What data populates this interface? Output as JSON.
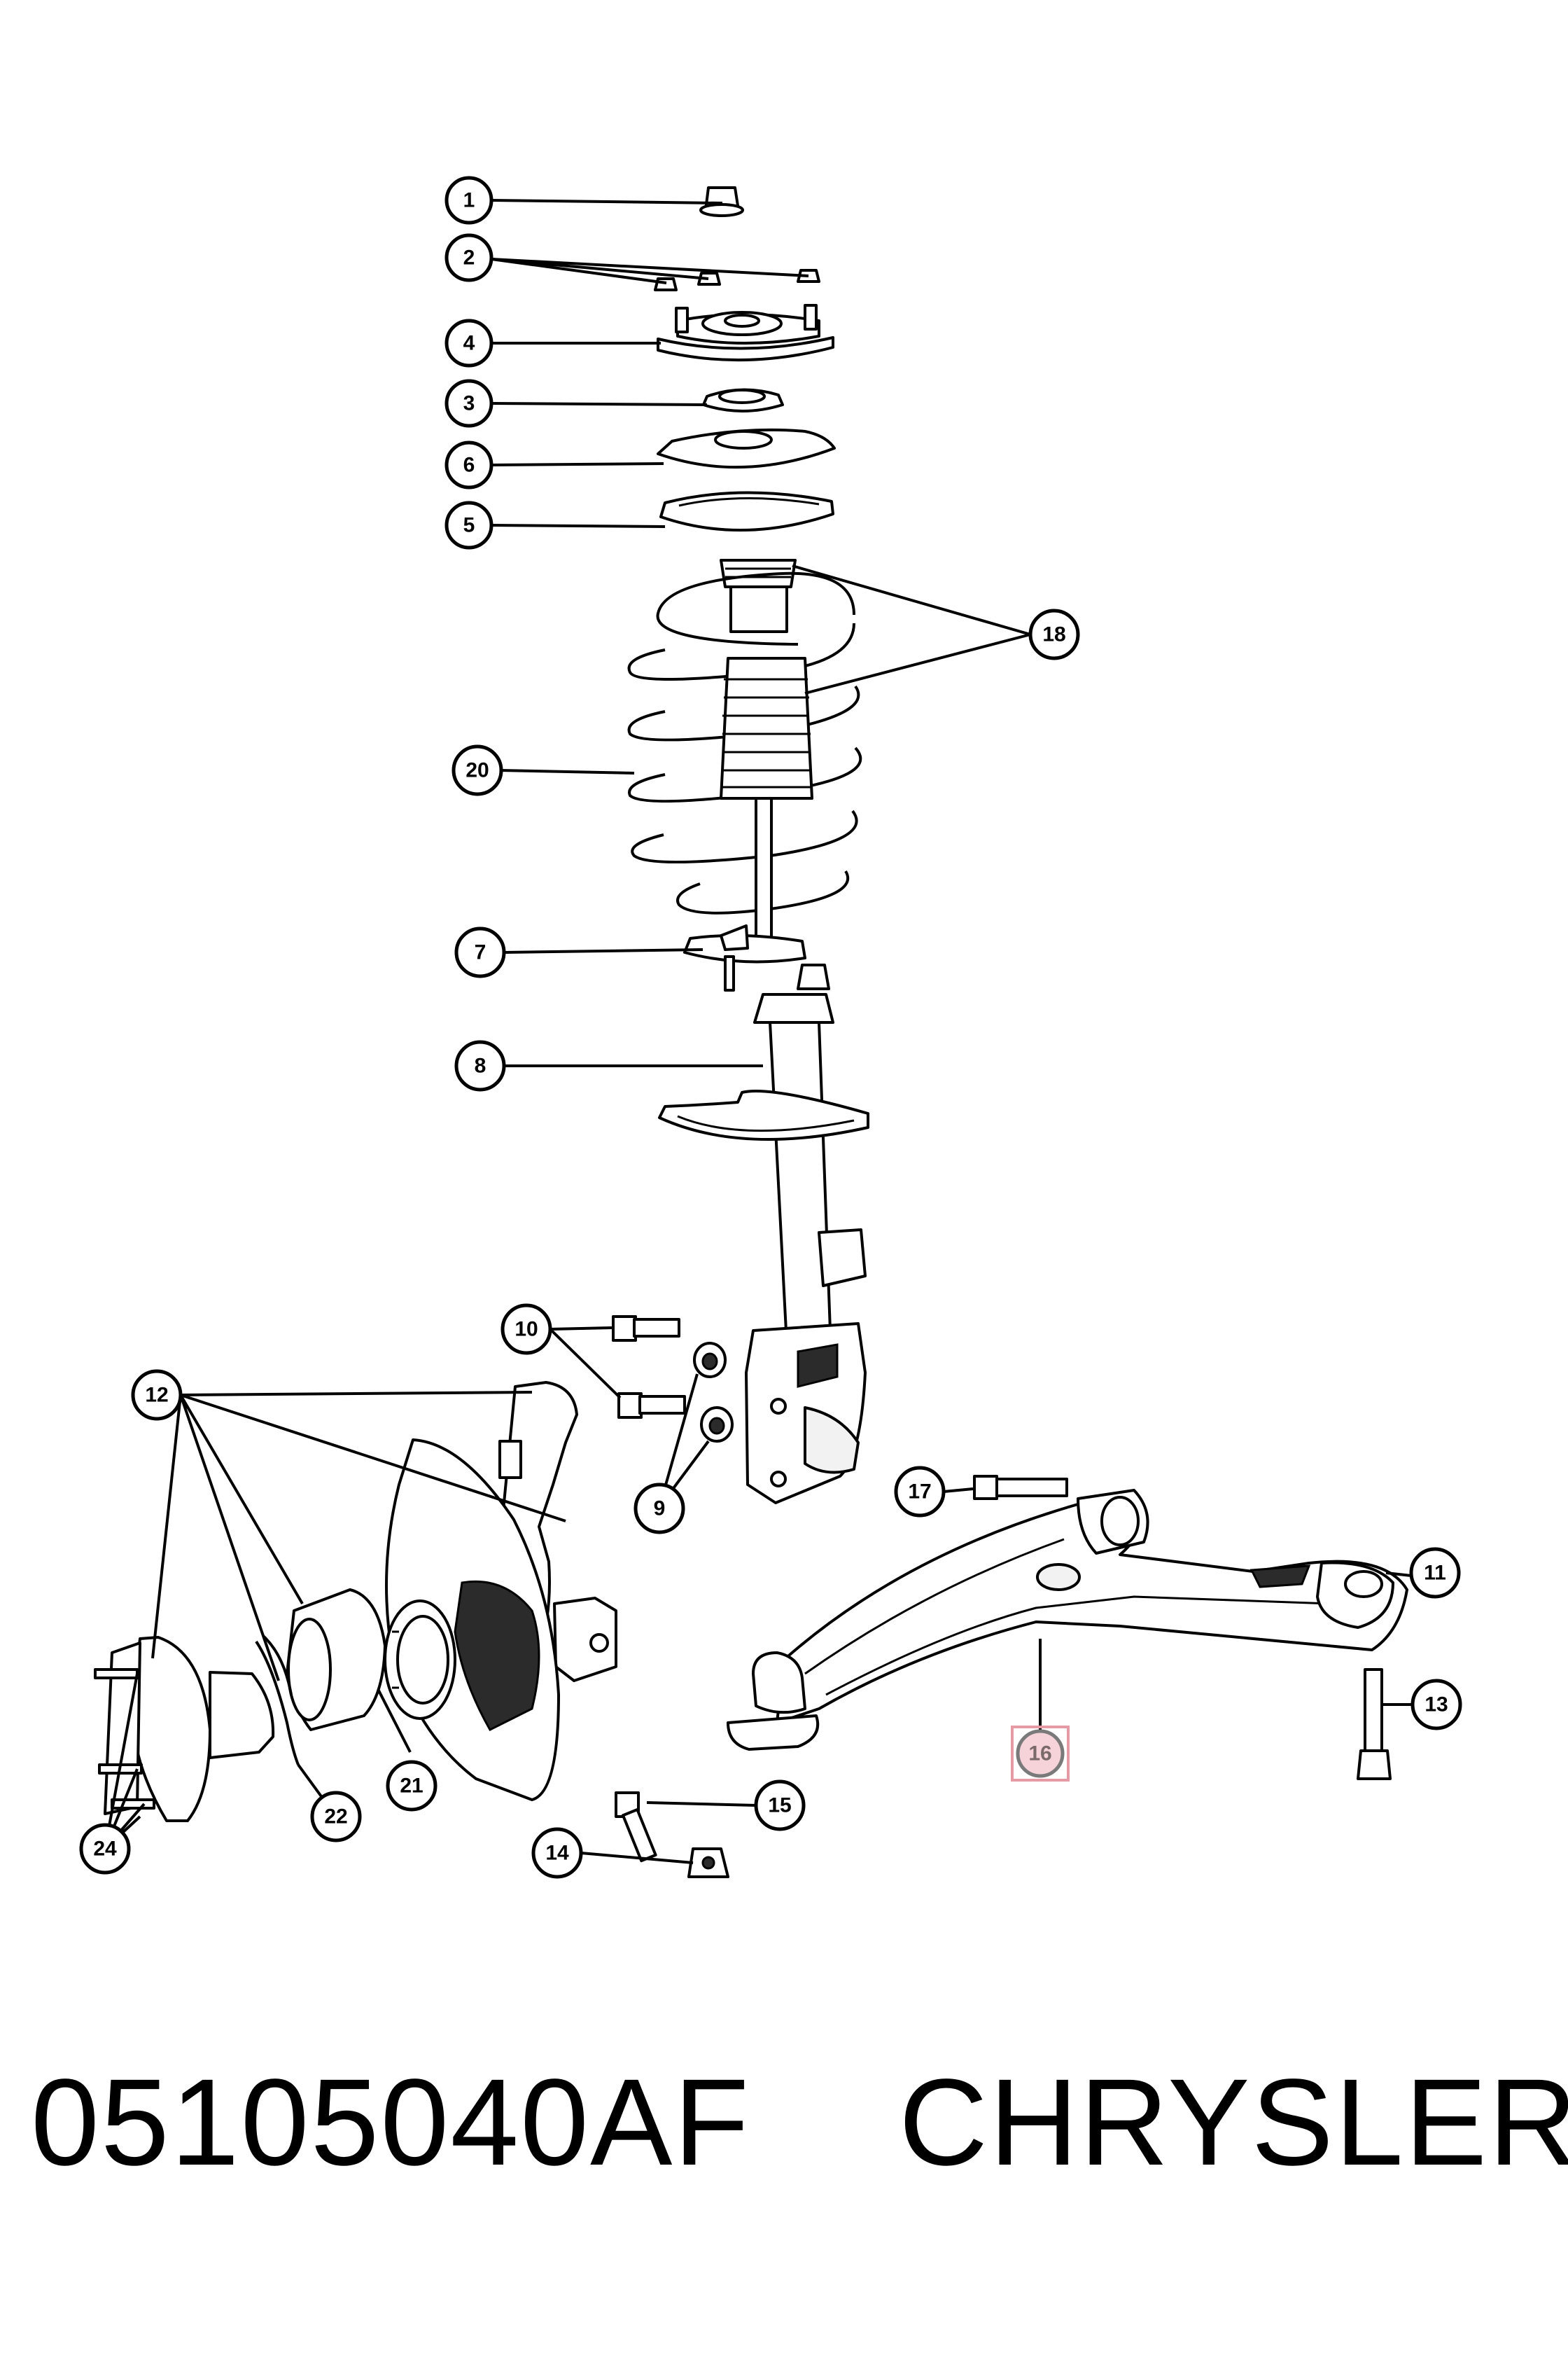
{
  "callouts": [
    {
      "id": "1",
      "label": "1"
    },
    {
      "id": "2",
      "label": "2"
    },
    {
      "id": "4",
      "label": "4"
    },
    {
      "id": "3",
      "label": "3"
    },
    {
      "id": "6",
      "label": "6"
    },
    {
      "id": "5",
      "label": "5"
    },
    {
      "id": "18",
      "label": "18"
    },
    {
      "id": "20",
      "label": "20"
    },
    {
      "id": "7",
      "label": "7"
    },
    {
      "id": "8",
      "label": "8"
    },
    {
      "id": "10",
      "label": "10"
    },
    {
      "id": "12",
      "label": "12"
    },
    {
      "id": "9",
      "label": "9"
    },
    {
      "id": "17",
      "label": "17"
    },
    {
      "id": "11",
      "label": "11"
    },
    {
      "id": "13",
      "label": "13"
    },
    {
      "id": "16",
      "label": "16",
      "highlighted": true
    },
    {
      "id": "15",
      "label": "15"
    },
    {
      "id": "21",
      "label": "21"
    },
    {
      "id": "22",
      "label": "22"
    },
    {
      "id": "24",
      "label": "24"
    },
    {
      "id": "14",
      "label": "14"
    }
  ],
  "footer": {
    "part_number": "05105040AF",
    "brand": "CHRYSLER"
  },
  "colors": {
    "line": "#000000",
    "highlight_fill": "#f6d3d8",
    "highlight_border": "#e59aa6"
  }
}
